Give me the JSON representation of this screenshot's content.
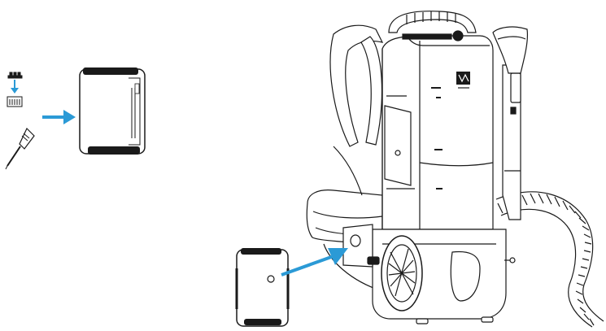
{
  "illustration": {
    "steps": [
      {
        "step": "battery-assembly",
        "parts": [
          "screws-icon",
          "bracket-icon",
          "screwdriver-icon",
          "battery-pack"
        ]
      },
      {
        "step": "battery-insertion",
        "parts": [
          "battery-pack",
          "backpack-vacuum"
        ]
      }
    ],
    "arrow_color": "#2b9ad6",
    "line_color": "#1a1a1a",
    "hose_color": "#1a1a1a",
    "logo_icon": "vacuum-brand-logo-icon"
  }
}
